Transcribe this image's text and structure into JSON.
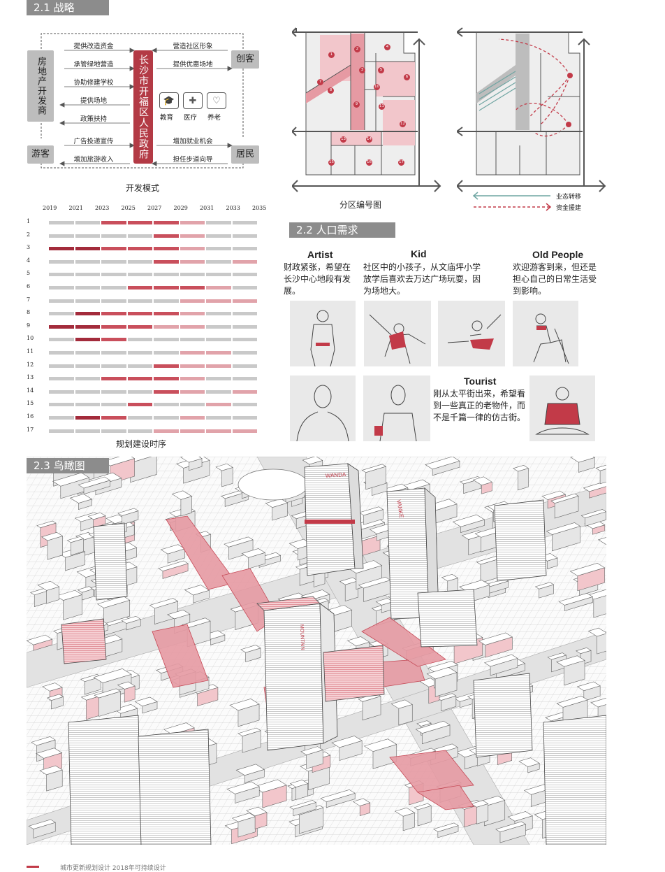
{
  "sections": {
    "strategy": "2.1 战略",
    "population": "2.2 人口需求",
    "aerial": "2.3 鸟瞰图"
  },
  "strategy": {
    "left_top": "房地产开发商",
    "left_bottom": "游客",
    "right_top": "创客",
    "right_bottom": "居民",
    "center": "长沙市开福区人民政府",
    "left_labels": [
      "提供改造资金",
      "承管绿地营造",
      "协助修建学校",
      "提供场地",
      "政策扶持",
      "广告投递宣传",
      "增加旅游收入"
    ],
    "right_labels": [
      "营造社区形象",
      "提供优惠场地",
      "增加就业机会",
      "担任步道向导"
    ],
    "services": [
      "教育",
      "医疗",
      "养老"
    ],
    "caption": "开发模式"
  },
  "zoning": {
    "caption": "分区编号图",
    "numbers": [
      "1",
      "2",
      "3",
      "4",
      "5",
      "6",
      "7",
      "8",
      "9",
      "10",
      "11",
      "12",
      "13",
      "14",
      "15",
      "16",
      "17"
    ]
  },
  "transfer": {
    "legend": [
      "业态转移",
      "资金援建"
    ]
  },
  "gantt": {
    "years": [
      "2019",
      "2021",
      "2023",
      "2025",
      "2027",
      "2029",
      "2031",
      "2033",
      "2035"
    ],
    "rows": [
      "1",
      "2",
      "3",
      "4",
      "5",
      "6",
      "7",
      "8",
      "9",
      "10",
      "11",
      "12",
      "13",
      "14",
      "15",
      "16",
      "17"
    ],
    "caption": "规划建设时序",
    "levels": [
      [
        0,
        0,
        2,
        2,
        2,
        1,
        0,
        0
      ],
      [
        0,
        0,
        0,
        0,
        2,
        1,
        0,
        0
      ],
      [
        3,
        3,
        2,
        2,
        2,
        1,
        0,
        0
      ],
      [
        0,
        0,
        0,
        0,
        2,
        1,
        0,
        1
      ],
      [
        0,
        0,
        0,
        0,
        0,
        0,
        0,
        0
      ],
      [
        0,
        0,
        0,
        2,
        2,
        2,
        1,
        0
      ],
      [
        0,
        0,
        0,
        0,
        0,
        1,
        1,
        1
      ],
      [
        0,
        3,
        2,
        2,
        2,
        1,
        0,
        0
      ],
      [
        3,
        3,
        2,
        2,
        1,
        1,
        0,
        0
      ],
      [
        0,
        3,
        2,
        0,
        0,
        0,
        0,
        0
      ],
      [
        0,
        0,
        0,
        0,
        0,
        1,
        1,
        0
      ],
      [
        0,
        0,
        0,
        0,
        2,
        1,
        1,
        0
      ],
      [
        0,
        0,
        2,
        2,
        2,
        1,
        0,
        0
      ],
      [
        0,
        0,
        0,
        0,
        2,
        1,
        0,
        1
      ],
      [
        0,
        0,
        0,
        2,
        0,
        0,
        1,
        0
      ],
      [
        0,
        3,
        2,
        0,
        0,
        1,
        0,
        0
      ],
      [
        0,
        0,
        0,
        0,
        1,
        1,
        1,
        1
      ]
    ],
    "colors": [
      "#c9c9c9",
      "#e1a3aa",
      "#c94f5c",
      "#a32b3b"
    ]
  },
  "personas": [
    {
      "name": "Artist",
      "text": "财政紧张，希望在长沙中心地段有发展。"
    },
    {
      "name": "Kid",
      "text": "社区中的小孩子，从文庙坪小学放学后喜欢去万达广场玩耍，因为场地大。"
    },
    {
      "name": "Old People",
      "text": "欢迎游客到来，但还是担心自己的日常生活受到影响。"
    },
    {
      "name": "Tourist",
      "text": "刚从太平街出来，希望看到一些真正的老物件，而不是千篇一律的仿古街。"
    }
  ],
  "aerial": {
    "signs": [
      "WANDA",
      "VANKE",
      "MOUNTAIN"
    ]
  },
  "footer": "城市更新规划设计 2018年可持续设计"
}
